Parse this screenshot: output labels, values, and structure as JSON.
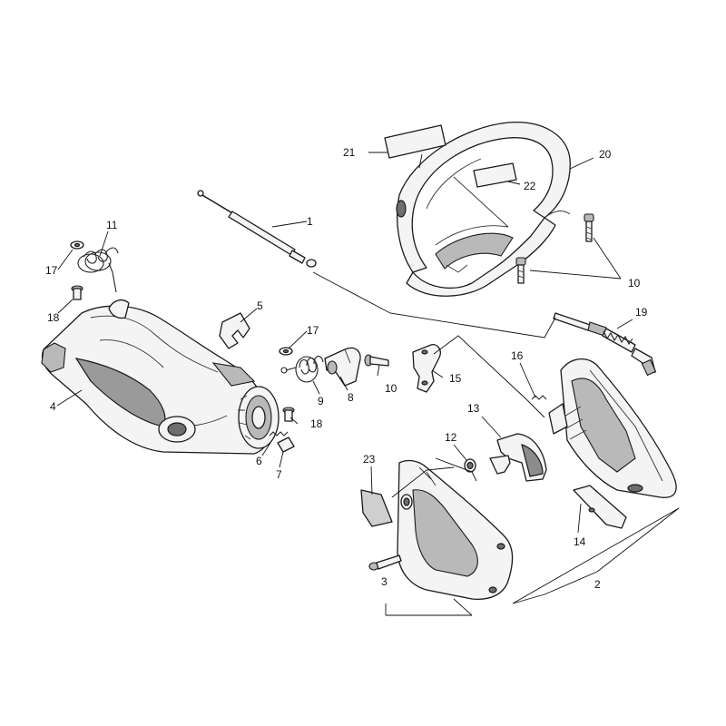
{
  "callouts": [
    {
      "id": "c1",
      "text": "1"
    },
    {
      "id": "c2",
      "text": "2"
    },
    {
      "id": "c3",
      "text": "3"
    },
    {
      "id": "c4",
      "text": "4"
    },
    {
      "id": "c5",
      "text": "5"
    },
    {
      "id": "c6",
      "text": "6"
    },
    {
      "id": "c7",
      "text": "7"
    },
    {
      "id": "c8",
      "text": "8"
    },
    {
      "id": "c9",
      "text": "9"
    },
    {
      "id": "c10a",
      "text": "10"
    },
    {
      "id": "c10b",
      "text": "10"
    },
    {
      "id": "c11",
      "text": "11"
    },
    {
      "id": "c12",
      "text": "12"
    },
    {
      "id": "c13",
      "text": "13"
    },
    {
      "id": "c14",
      "text": "14"
    },
    {
      "id": "c15",
      "text": "15"
    },
    {
      "id": "c16",
      "text": "16"
    },
    {
      "id": "c17a",
      "text": "17"
    },
    {
      "id": "c17b",
      "text": "17"
    },
    {
      "id": "c18a",
      "text": "18"
    },
    {
      "id": "c18b",
      "text": "18"
    },
    {
      "id": "c19",
      "text": "19"
    },
    {
      "id": "c20",
      "text": "20"
    },
    {
      "id": "c21",
      "text": "21"
    },
    {
      "id": "c22",
      "text": "22"
    },
    {
      "id": "c23",
      "text": "23"
    }
  ]
}
